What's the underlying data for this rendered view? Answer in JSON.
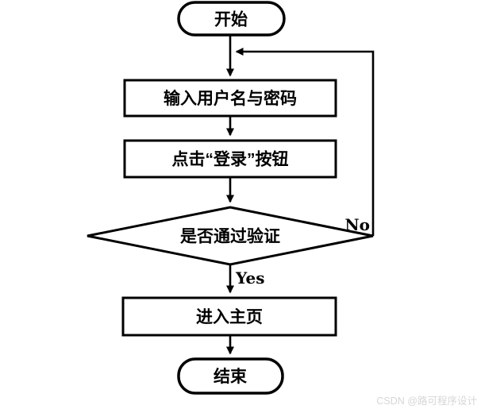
{
  "flowchart": {
    "nodes": {
      "start": {
        "label": "开始",
        "type": "terminator"
      },
      "input_credentials": {
        "label": "输入用户名与密码",
        "type": "process"
      },
      "click_login": {
        "label": "点击“登录”按钮",
        "type": "process"
      },
      "verify": {
        "label": "是否通过验证",
        "type": "decision"
      },
      "enter_home": {
        "label": "进入主页",
        "type": "process"
      },
      "end": {
        "label": "结束",
        "type": "terminator"
      }
    },
    "edges": {
      "yes_label": "Yes",
      "no_label": "No"
    },
    "colors": {
      "stroke": "#000000",
      "shape_fill": "#ffffff",
      "background": "#ffffff",
      "watermark": "#d6d6d6"
    }
  },
  "watermark": {
    "text": "CSDN @路可程序设计"
  }
}
